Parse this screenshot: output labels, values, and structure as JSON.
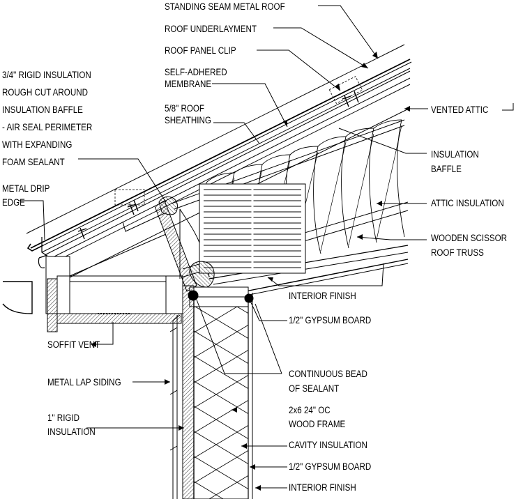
{
  "labels": {
    "standing_seam_metal_roof": "STANDING SEAM METAL ROOF",
    "roof_underlayment": "ROOF UNDERLAYMENT",
    "roof_panel_clip": "ROOF PANEL CLIP",
    "self_adhered_membrane": "SELF-ADHERED\nMEMBRANE",
    "roof_sheathing": "5/8\" ROOF\nSHEATHING",
    "rigid_insulation_note": "3/4\" RIGID INSULATION\nROUGH CUT AROUND\nINSULATION BAFFLE\n- AIR SEAL PERIMETER\nWITH EXPANDING\nFOAM SEALANT",
    "metal_drip_edge": "METAL DRIP\nEDGE",
    "vented_attic": "VENTED ATTIC",
    "insulation_baffle": "INSULATION\nBAFFLE",
    "attic_insulation": "ATTIC INSULATION",
    "wooden_scissor_truss": "WOODEN SCISSOR\nROOF TRUSS",
    "interior_finish_ceiling": "INTERIOR FINISH",
    "gypsum_board_ceiling": "1/2\" GYPSUM BOARD",
    "soffit_vent": "SOFFIT VENT",
    "continuous_bead": "CONTINUOUS BEAD\nOF SEALANT",
    "metal_lap_siding": "METAL LAP SIDING",
    "rigid_insulation_1": "1\" RIGID\nINSULATION",
    "wood_frame": "2x6 24\" OC\nWOOD FRAME",
    "cavity_insulation": "CAVITY INSULATION",
    "gypsum_board_wall": "1/2\" GYPSUM BOARD",
    "interior_finish_wall": "INTERIOR FINISH"
  },
  "colors": {
    "ink": "#000000",
    "paper": "#ffffff"
  }
}
